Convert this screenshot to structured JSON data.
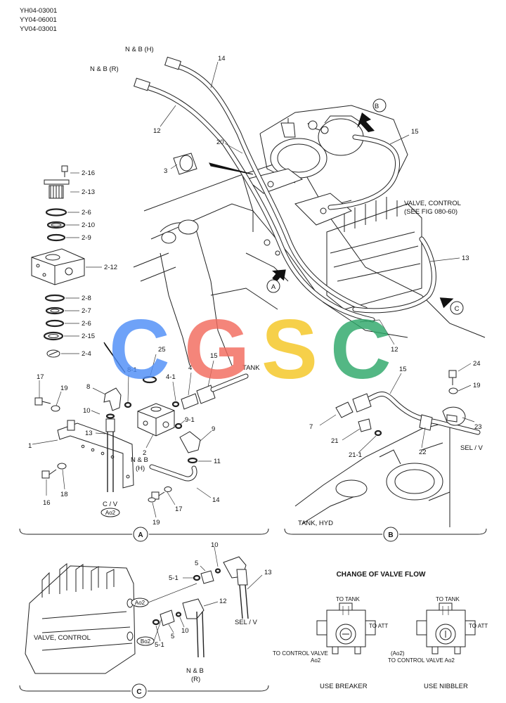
{
  "header": {
    "model_codes": [
      "YH04-03001",
      "YY04-06001",
      "YV04-03001"
    ]
  },
  "watermark": {
    "letters": [
      {
        "char": "C",
        "color": "#4f8ef7"
      },
      {
        "char": "G",
        "color": "#f26b5e"
      },
      {
        "char": "S",
        "color": "#f5c623"
      },
      {
        "char": "C",
        "color": "#2ea86a"
      }
    ]
  },
  "main": {
    "hose_labels": {
      "nb_h": "N & B (H)",
      "nb_r": "N & B (R)"
    },
    "callouts": {
      "c14": "14",
      "c12": "12",
      "c20": "20",
      "c3": "3",
      "c15": "15",
      "c13": "13",
      "c12b": "12"
    },
    "view_arrows": {
      "a": "A",
      "b": "B",
      "c": "C"
    },
    "valve_note": [
      "VALVE, CONTROL",
      "(SEE FIG 080-60)"
    ]
  },
  "exploded": {
    "labels": [
      "2-16",
      "2-13",
      "2-6",
      "2-10",
      "2-9",
      "2-12",
      "2-8",
      "2-7",
      "2-6",
      "2-15",
      "2-4"
    ]
  },
  "view_a": {
    "callouts": {
      "c25": "25",
      "c8_1": "8-1",
      "c4_1": "4-1",
      "c4": "4",
      "c15": "15",
      "c17a": "17",
      "c19a": "19",
      "c8": "8",
      "c10": "10",
      "c13": "13",
      "c1": "1",
      "c2": "2",
      "c9_1": "9-1",
      "c9": "9",
      "c11": "11",
      "c14": "14",
      "c16": "16",
      "c18": "18",
      "c17b": "17",
      "c19b": "19"
    },
    "tank": "TANK",
    "nb": "N & B",
    "nb_h": "(H)",
    "cv": "C / V",
    "tag": "Ao2",
    "section_letter": "A"
  },
  "view_b": {
    "callouts": {
      "c15": "15",
      "c24": "24",
      "c19": "19",
      "c7": "7",
      "c21": "21",
      "c21_1": "21-1",
      "c22": "22",
      "c23": "23"
    },
    "sel_v": "SEL / V",
    "tank_hyd": "TANK, HYD",
    "section_letter": "B"
  },
  "view_c": {
    "callouts": {
      "c10a": "10",
      "c5a": "5",
      "c5_1a": "5-1",
      "c13": "13",
      "c12": "12",
      "c10b": "10",
      "c5b": "5",
      "c5_1b": "5-1"
    },
    "valve_control": "VALVE, CONTROL",
    "tag_ao2": "Ao2",
    "tag_bo2": "Bo2",
    "sel_v": "SEL / V",
    "nb": "N & B",
    "nb_r": "(R)",
    "section_letter": "C"
  },
  "valve_flow": {
    "title": "CHANGE OF VALVE FLOW",
    "breaker": {
      "to_tank": "TO TANK",
      "to_att": "TO ATT",
      "to_cv": "TO CONTROL VALVE",
      "port": "Ao2",
      "caption": "USE BREAKER"
    },
    "nibbler": {
      "to_tank": "TO TANK",
      "to_att": "TO ATT",
      "port": "(Ao2)",
      "to_cv": "TO CONTROL VALVE Ao2",
      "caption": "USE NIBBLER"
    }
  }
}
